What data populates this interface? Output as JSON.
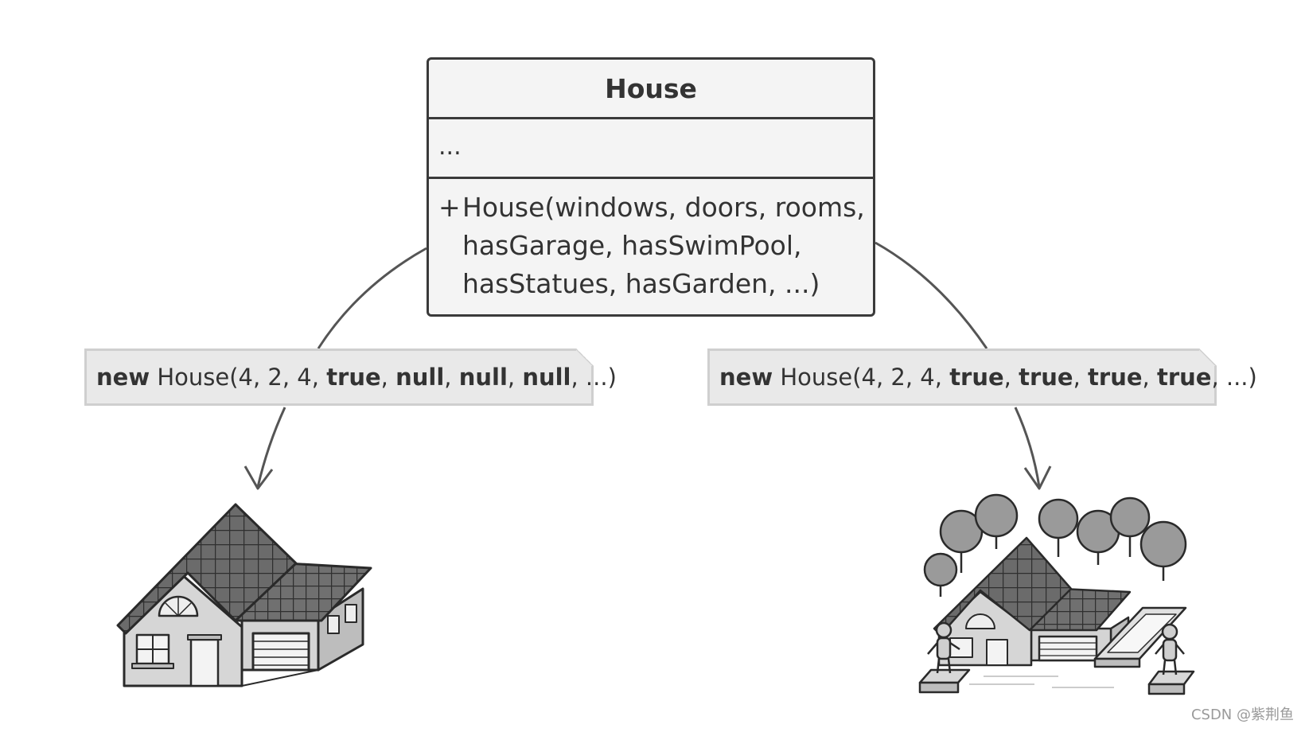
{
  "uml_class": {
    "name": "House",
    "fields": "...",
    "method_visibility": "+",
    "method_lines": [
      "House(windows, doors, rooms,",
      "hasGarage, hasSwimPool,",
      "hasStatues, hasGarden, ...)"
    ]
  },
  "notes": {
    "left": {
      "parts": [
        {
          "text": "new",
          "bold": true
        },
        {
          "text": " House(4, 2, 4, ",
          "bold": false
        },
        {
          "text": "true",
          "bold": true
        },
        {
          "text": ", ",
          "bold": false
        },
        {
          "text": "null",
          "bold": true
        },
        {
          "text": ", ",
          "bold": false
        },
        {
          "text": "null",
          "bold": true
        },
        {
          "text": ", ",
          "bold": false
        },
        {
          "text": "null",
          "bold": true
        },
        {
          "text": ", ...)",
          "bold": false
        }
      ]
    },
    "right": {
      "parts": [
        {
          "text": "new",
          "bold": true
        },
        {
          "text": " House(4, 2, 4, ",
          "bold": false
        },
        {
          "text": "true",
          "bold": true
        },
        {
          "text": ", ",
          "bold": false
        },
        {
          "text": "true",
          "bold": true
        },
        {
          "text": ", ",
          "bold": false
        },
        {
          "text": "true",
          "bold": true
        },
        {
          "text": ", ",
          "bold": false
        },
        {
          "text": "true",
          "bold": true
        },
        {
          "text": ", ...)",
          "bold": false
        }
      ]
    }
  },
  "icons": {
    "left": "simple-house-with-garage-icon",
    "right": "house-with-garden-pool-statues-icon"
  },
  "colors": {
    "box_border": "#3a3a3a",
    "box_fill": "#f4f4f4",
    "note_fill": "#e9e9e9",
    "note_border": "#cfcfcf",
    "roof": "#666666",
    "wall": "#d6d6d6"
  },
  "watermark": "CSDN @紫荆鱼"
}
